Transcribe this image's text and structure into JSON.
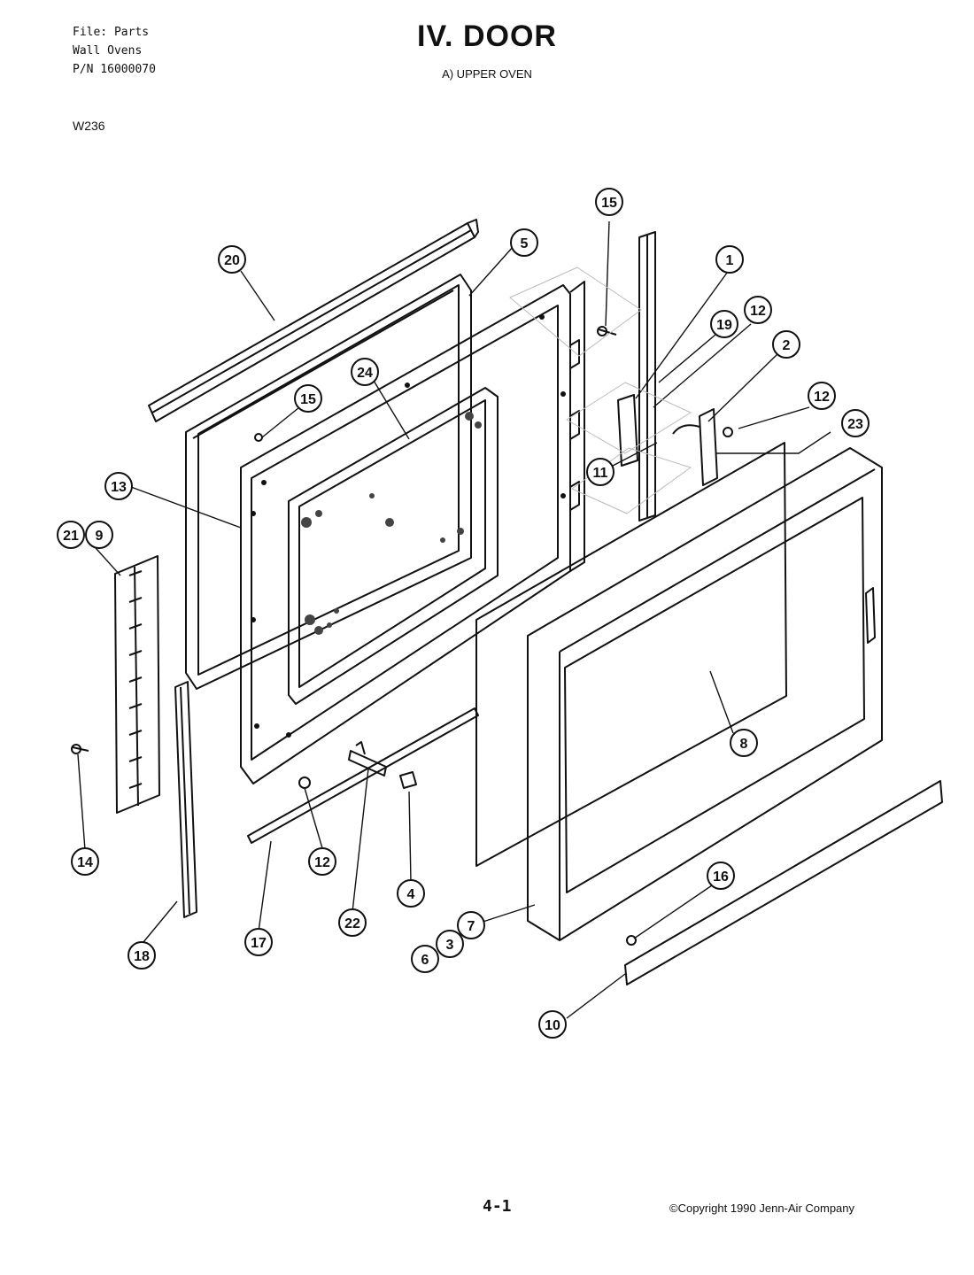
{
  "header": {
    "file_line": "File: Parts",
    "product_line": "Wall Ovens",
    "part_number_line": "P/N 16000070",
    "title": "IV. DOOR",
    "subtitle": "A) UPPER OVEN",
    "model": "W236"
  },
  "footer": {
    "page_number": "4-1",
    "copyright": "©Copyright 1990 Jenn-Air Company"
  },
  "callouts": [
    "1",
    "2",
    "3",
    "4",
    "5",
    "6",
    "7",
    "8",
    "9",
    "10",
    "11",
    "12",
    "12",
    "12",
    "13",
    "14",
    "15",
    "15",
    "16",
    "17",
    "18",
    "19",
    "20",
    "21",
    "22",
    "23",
    "24"
  ]
}
